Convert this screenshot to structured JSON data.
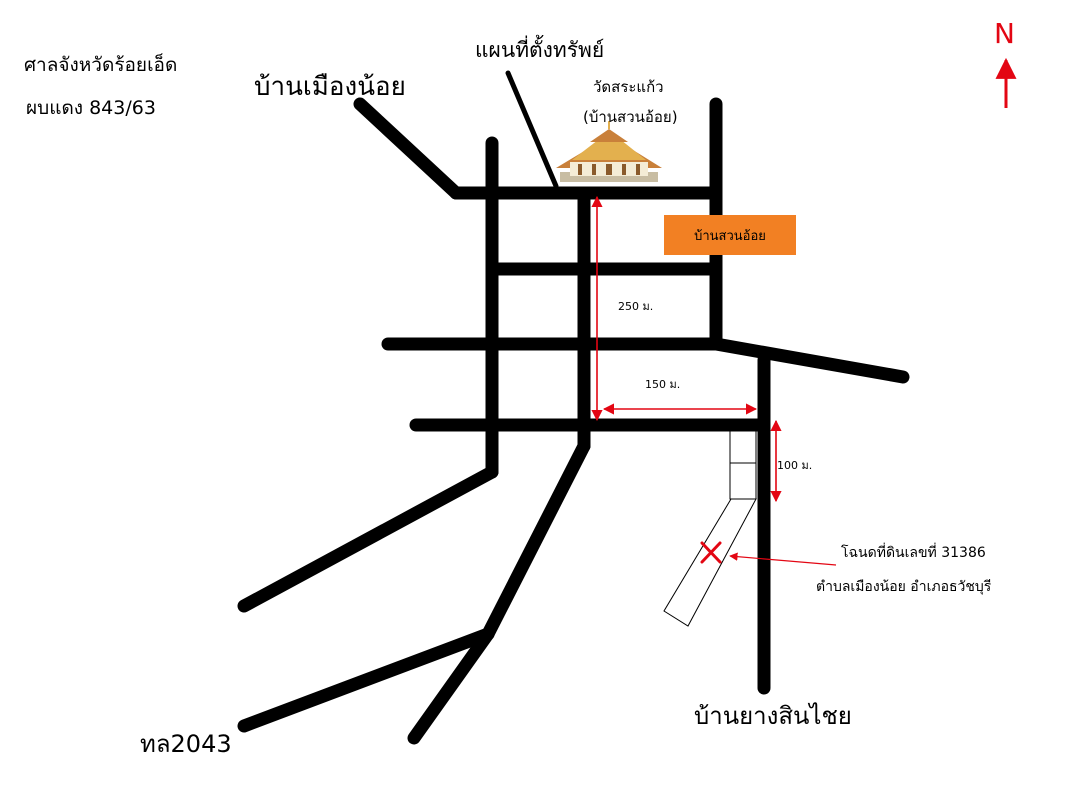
{
  "court": {
    "line1": "ศาลจังหวัดร้อยเอ็ด",
    "line2": "ผบแดง 843/63"
  },
  "map_title": "แผนที่ตั้งทรัพย์",
  "places": {
    "village_top": "บ้านเมืองน้อย",
    "temple_line1": "วัดสระแก้ว",
    "temple_line2": "(บ้านสวนอ้อย)",
    "village_box": "บ้านสวนอ้อย",
    "village_bottom": "บ้านยางสินไชย",
    "highway": "ทล2043"
  },
  "distances": {
    "d250": "250 ม.",
    "d150": "150 ม.",
    "d100": "100 ม."
  },
  "deed": {
    "line1": "โฉนดที่ดินเลขที่ 31386",
    "line2": "ตำบลเมืองน้อย   อำเภอธวัชบุรี"
  },
  "compass": {
    "north": "N"
  },
  "icons": [
    "temple-icon",
    "plot-marker-x-icon",
    "north-arrow-icon"
  ],
  "colors": {
    "road": "#000000",
    "dimension": "#e30613",
    "village_box": "#f28023",
    "north": "#e30613"
  }
}
